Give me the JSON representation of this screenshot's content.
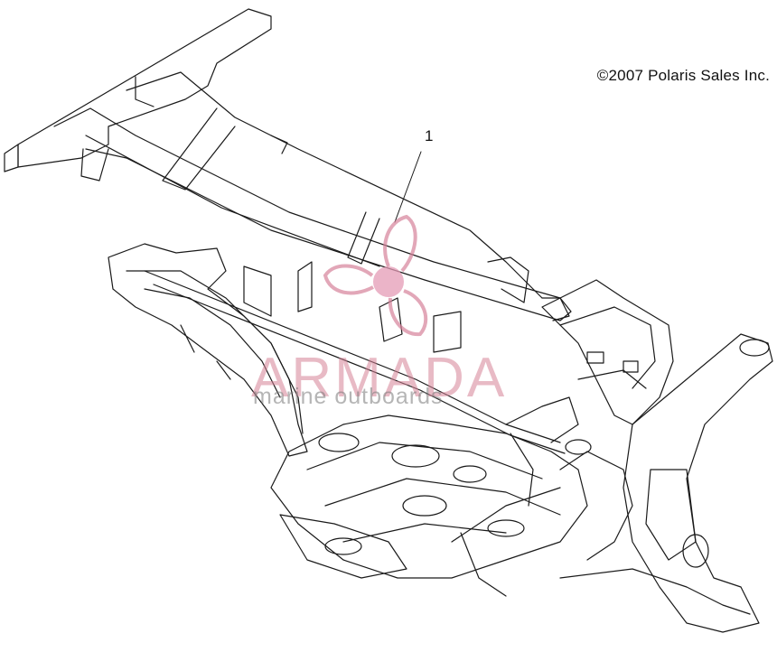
{
  "copyright": "©2007 Polaris Sales Inc.",
  "callout": {
    "label": "1"
  },
  "watermark": {
    "name": "ARMADA",
    "tagline": "marine outboards",
    "color": "#d6829a"
  },
  "line_color": "#1a1a1a"
}
